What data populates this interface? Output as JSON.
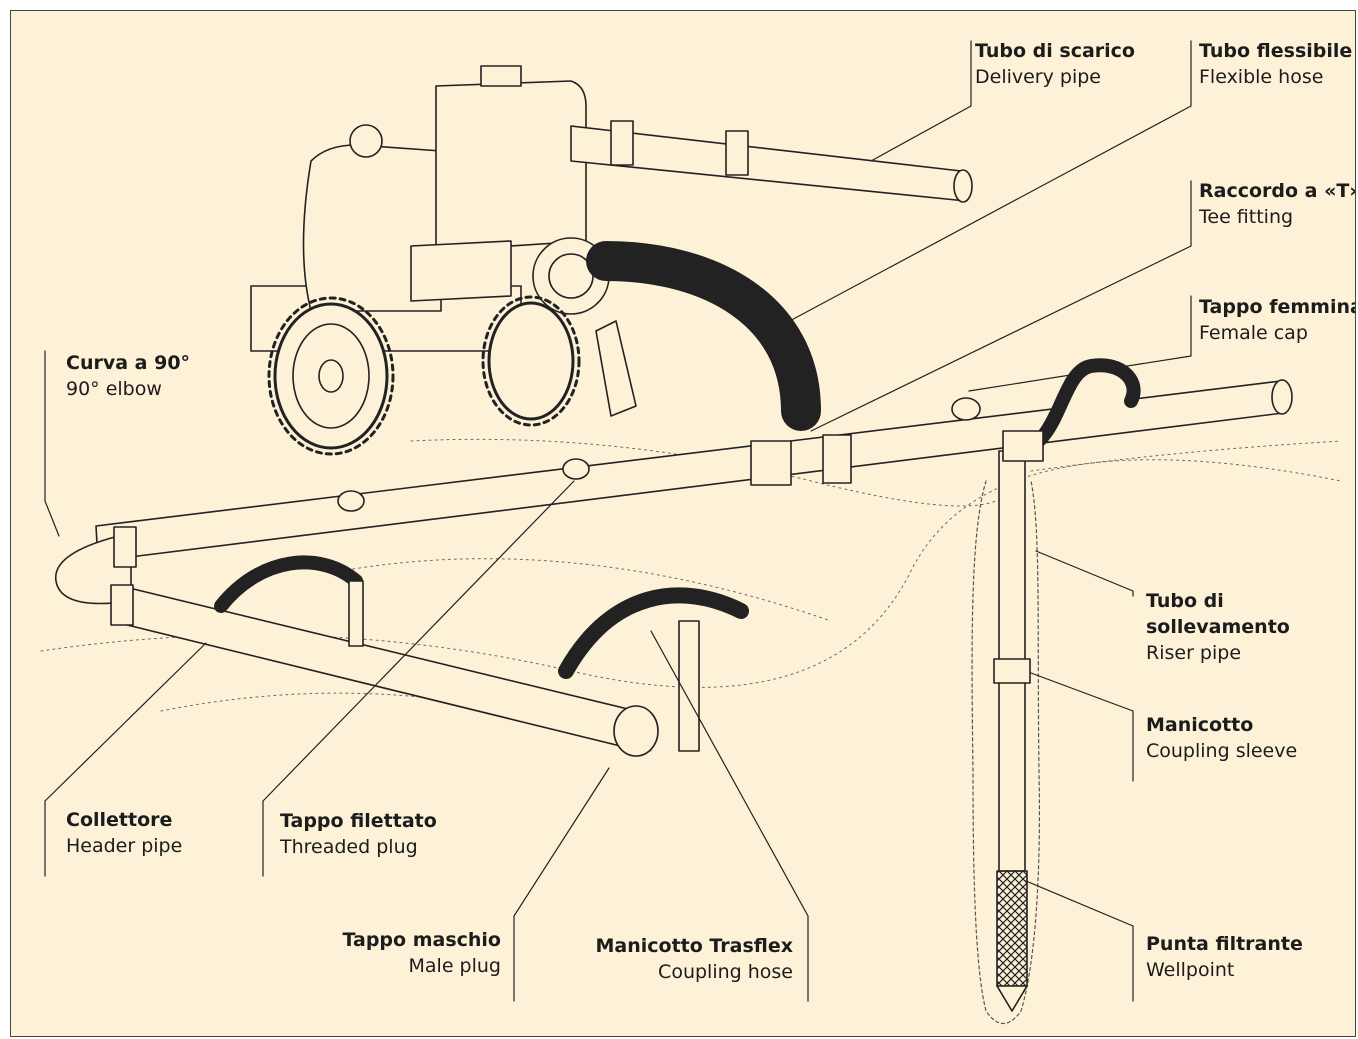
{
  "palette": {
    "background": "#fdf1d7",
    "ink": "#1c1c1c",
    "frame": "#444444"
  },
  "labels": {
    "delivery_pipe": {
      "it": "Tubo di scarico",
      "en": "Delivery pipe"
    },
    "flexible_hose": {
      "it": "Tubo flessibile",
      "en": "Flexible hose"
    },
    "tee_fitting": {
      "it": "Raccordo a «T»",
      "en": "Tee fitting"
    },
    "female_cap": {
      "it": "Tappo femmina",
      "en": "Female cap"
    },
    "elbow": {
      "it": "Curva a 90°",
      "en": "90° elbow"
    },
    "riser_pipe": {
      "it": "Tubo di sollevamento",
      "en": "Riser pipe"
    },
    "coupling_sleeve": {
      "it": "Manicotto",
      "en": "Coupling sleeve"
    },
    "header_pipe": {
      "it": "Collettore",
      "en": "Header pipe"
    },
    "threaded_plug": {
      "it": "Tappo filettato",
      "en": "Threaded plug"
    },
    "male_plug": {
      "it": "Tappo maschio",
      "en": "Male plug"
    },
    "coupling_hose": {
      "it": "Manicotto Trasflex",
      "en": "Coupling hose"
    },
    "wellpoint": {
      "it": "Punta filtrante",
      "en": "Wellpoint"
    }
  }
}
